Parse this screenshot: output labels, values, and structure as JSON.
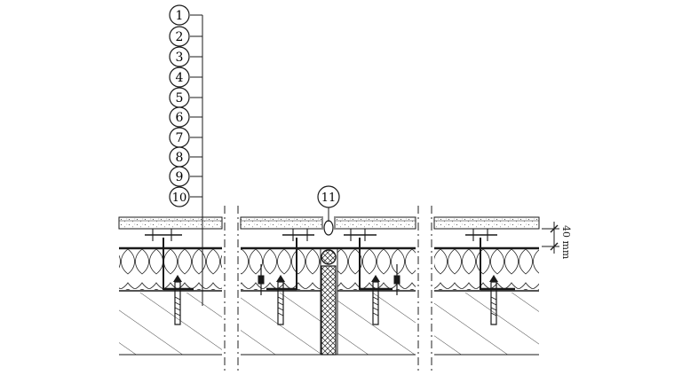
{
  "callouts": [
    {
      "label": "1"
    },
    {
      "label": "2"
    },
    {
      "label": "3"
    },
    {
      "label": "4"
    },
    {
      "label": "5"
    },
    {
      "label": "6"
    },
    {
      "label": "7"
    },
    {
      "label": "8"
    },
    {
      "label": "9"
    },
    {
      "label": "10"
    }
  ],
  "joint_callout": {
    "label": "11"
  },
  "dimension": {
    "label": "40 mm"
  }
}
